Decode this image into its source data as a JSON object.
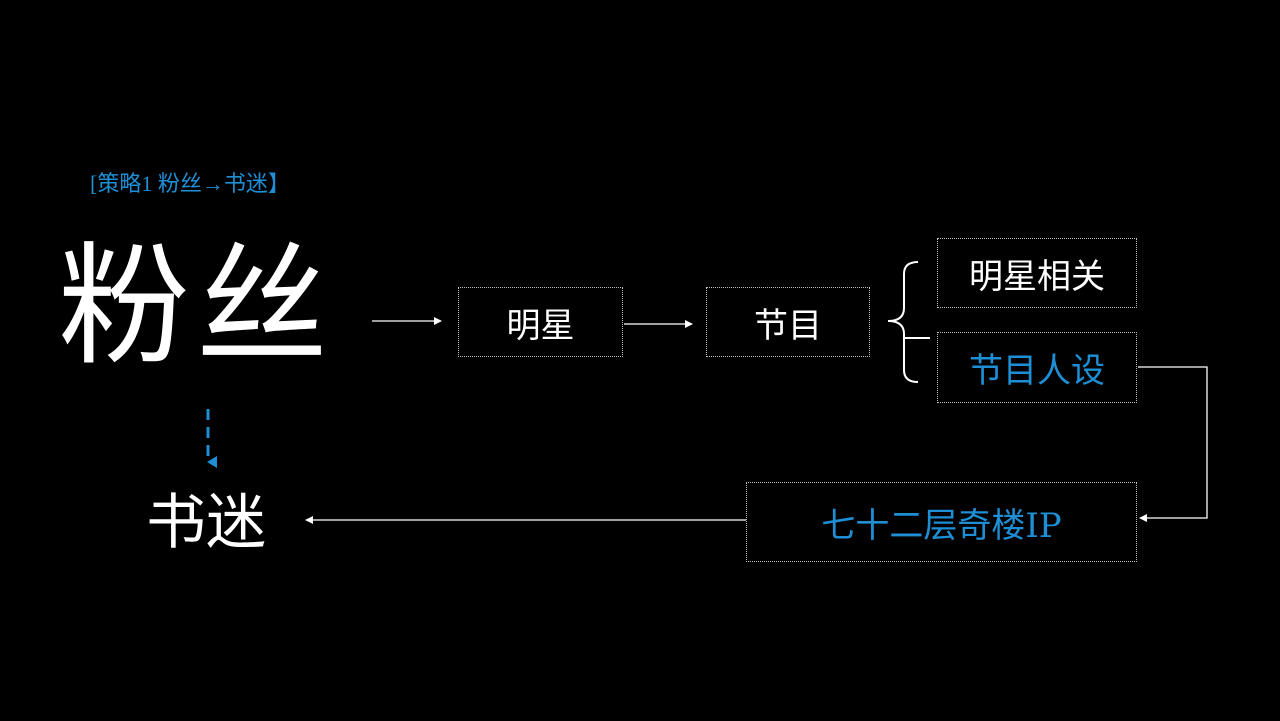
{
  "strategy_label": "[策略1 粉丝→书迷】",
  "title_main": "粉丝",
  "title_target": "书迷",
  "nodes": {
    "star": "明星",
    "program": "节目",
    "star_related": "明星相关",
    "program_persona": "节目人设",
    "ip": "七十二层奇楼IP"
  },
  "colors": {
    "background": "#000000",
    "text": "#ffffff",
    "accent": "#1e8fd5",
    "box_border": "#bfbfbf"
  }
}
